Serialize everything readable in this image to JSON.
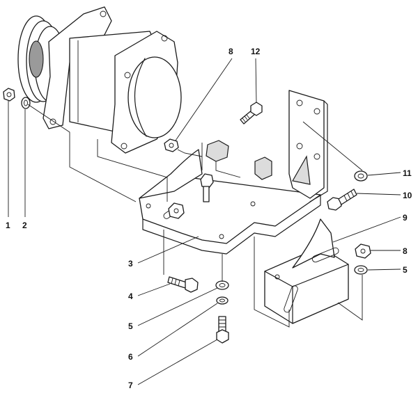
{
  "diagram": {
    "callouts": [
      {
        "id": "c1",
        "label": "1"
      },
      {
        "id": "c2",
        "label": "2"
      },
      {
        "id": "c3",
        "label": "3"
      },
      {
        "id": "c4",
        "label": "4"
      },
      {
        "id": "c5a",
        "label": "5"
      },
      {
        "id": "c6",
        "label": "6"
      },
      {
        "id": "c7",
        "label": "7"
      },
      {
        "id": "c8a",
        "label": "8"
      },
      {
        "id": "c12",
        "label": "12"
      },
      {
        "id": "c11",
        "label": "11"
      },
      {
        "id": "c10",
        "label": "10"
      },
      {
        "id": "c9",
        "label": "9"
      },
      {
        "id": "c8b",
        "label": "8"
      },
      {
        "id": "c5b",
        "label": "5"
      }
    ]
  }
}
